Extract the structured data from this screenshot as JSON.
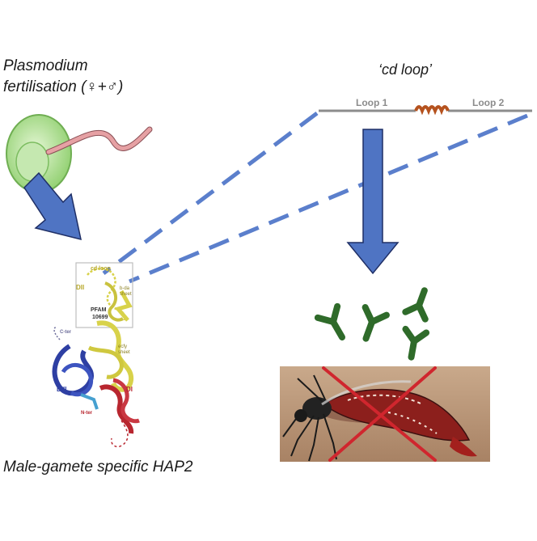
{
  "labels": {
    "title_line1": "Plasmodium",
    "title_line2": "fertilisation (♀+♂)",
    "cd_loop_title": "‘cd loop’",
    "loop1": "Loop 1",
    "loop2": "Loop 2",
    "bottom_caption": "Male-gamete specific HAP2"
  },
  "protein_labels": {
    "cd_loop": "cd loop",
    "dii": "DII",
    "beta_sheet_1": "b-da",
    "beta_sheet_2": "sheet",
    "pfam_1": "PFAM",
    "pfam_2": "10699",
    "c_ter": "C-ter",
    "n_ter": "N-ter",
    "diii": "DIII",
    "di": "DI",
    "ecfy_1": "ecfy",
    "ecfy_2": "sheet"
  },
  "colors": {
    "arrow_blue": "#4f74c3",
    "dash_blue": "#5b7fcc",
    "antibody_green": "#2f6b2a",
    "cross_red": "#d0262e",
    "loop_line": "#8c8c8c",
    "helix": "#b5521e",
    "domain_yellow": "#d8d24a",
    "domain_red": "#b8262f",
    "domain_blue": "#2e3fa3",
    "cell_green": "#a8d98a",
    "sperm_pink": "#e6a1a4"
  }
}
